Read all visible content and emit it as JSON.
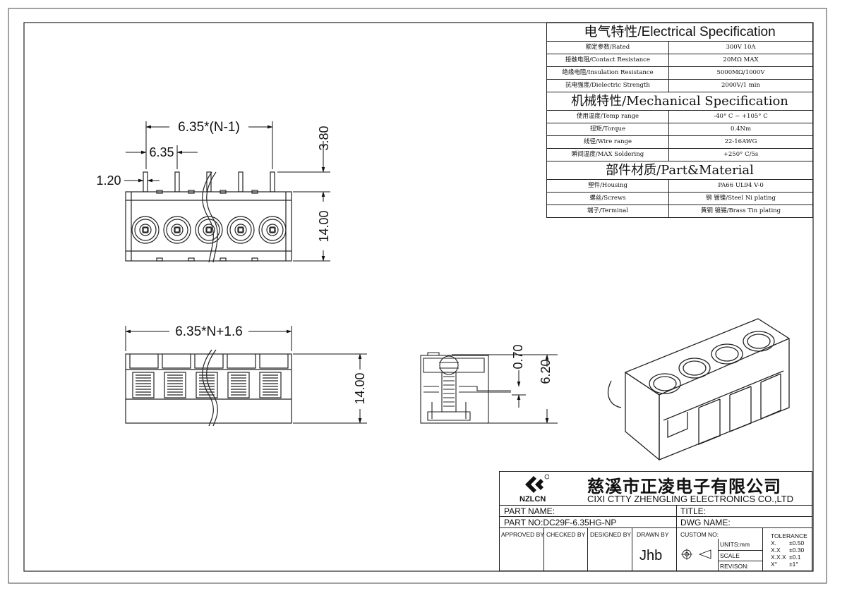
{
  "dimensions": {
    "pitch_total": "6.35*(N-1)",
    "pitch": "6.35",
    "pin_width": "1.20",
    "pin_height": "3.80",
    "body_height_top": "14.00",
    "total_length": "6.35*N+1.6",
    "body_height_side": "14.00",
    "section_a": "0.70",
    "section_b": "6.20"
  },
  "spec": {
    "electrical_title": "电气特性/Electrical Specification",
    "electrical": [
      {
        "k": "额定参数/Rated",
        "v": "300V   10A"
      },
      {
        "k": "接触电阻/Contact Resistance",
        "v": "20MΩ MAX"
      },
      {
        "k": "绝缘电阻/Insulation Resistance",
        "v": "5000MΩ/1000V"
      },
      {
        "k": "抗电强度/Dielectric Strength",
        "v": "2000V/1 min"
      }
    ],
    "mechanical_title": "机械特性/Mechanical Specification",
    "mechanical": [
      {
        "k": "使用温度/Temp range",
        "v": "-40° C ~ +105° C"
      },
      {
        "k": "扭矩/Torque",
        "v": "0.4Nm"
      },
      {
        "k": "线径/Wire range",
        "v": "22-16AWG"
      },
      {
        "k": "瞬间温度/MAX Soldering",
        "v": "+250° C/5s"
      }
    ],
    "material_title": "部件材质/Part&Material",
    "material": [
      {
        "k": "塑件/Housing",
        "v": "PA66 UL94 V-0"
      },
      {
        "k": "螺丝/Screws",
        "v": "钢 镀镍/Steel Ni plating"
      },
      {
        "k": "端子/Terminal",
        "v": "黄铜 镀锡/Brass Tin  plating"
      }
    ]
  },
  "title_block": {
    "logo_text": "NZLCN",
    "company_cn": "慈溪市正凌电子有限公司",
    "company_en": "CIXI CTTY ZHENGLING ELECTRONICS CO.,LTD",
    "part_name_label": "PART NAME:",
    "part_no": "PART NO:DC29F-6.35HG-NP",
    "title_label": "TITLE:",
    "dwg_name_label": "DWG NAME:",
    "approved_by": "APPROVED BY",
    "checked_by": "CHECKED BY",
    "designed_by": "DESIGNED BY",
    "drawn_by": "DRAWN BY",
    "drawn_by_value": "Jhb",
    "custom_no": "CUSTOM NO:",
    "units": "UNITS:mm",
    "scale": "SCALE",
    "revision": "REVISON:",
    "tolerance_title": "TOLERANCE",
    "tolerances": [
      {
        "k": "X.",
        "v": "±0.50"
      },
      {
        "k": "X.X",
        "v": "±0.30"
      },
      {
        "k": "X.X.X",
        "v": "±0.1"
      },
      {
        "k": "X°",
        "v": "±1°"
      }
    ]
  }
}
